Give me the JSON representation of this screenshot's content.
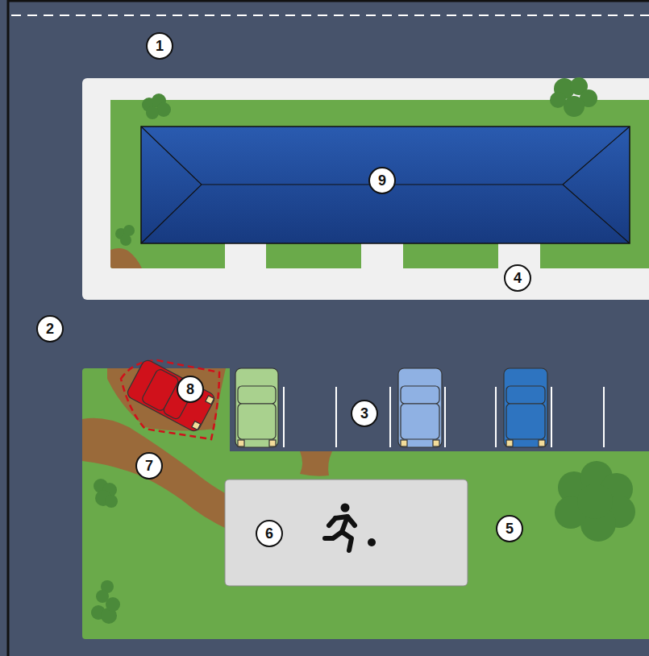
{
  "diagram": {
    "labels": [
      "1",
      "9",
      "4",
      "2",
      "8",
      "3",
      "7",
      "6",
      "5"
    ]
  }
}
